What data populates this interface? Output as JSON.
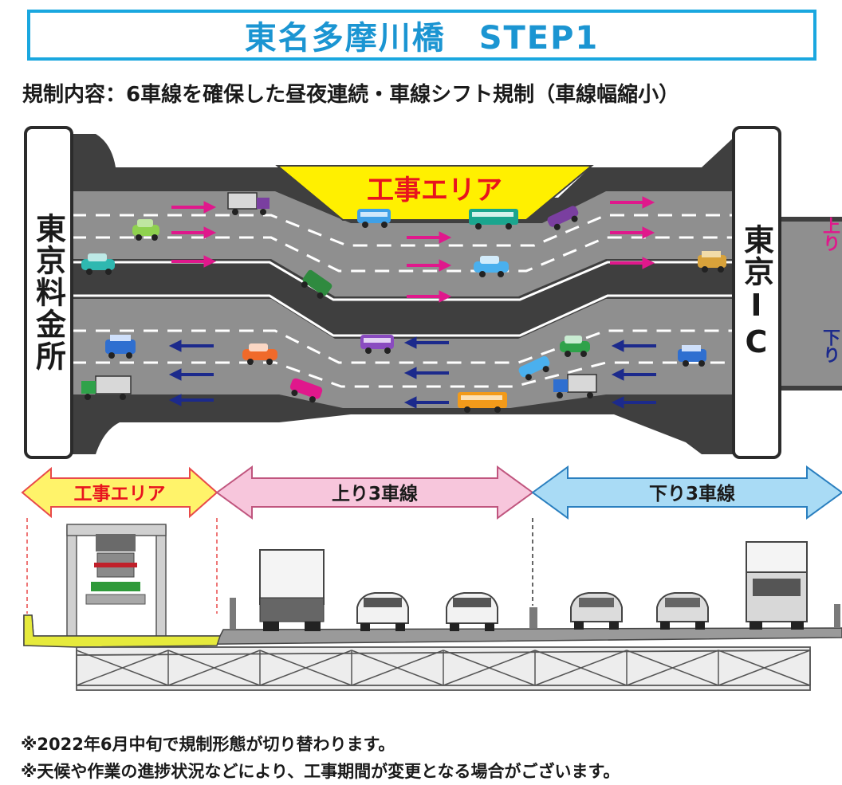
{
  "title": "東名多摩川橋　STEP1",
  "subtitle": "規制内容：6車線を確保した昼夜連続・車線シフト規制（車線幅縮小）",
  "plan": {
    "work_area_label": "工事エリア",
    "left_gate_label": "東京料金所",
    "right_gate_label": "東京IC",
    "up_label": "上り",
    "down_label": "下り"
  },
  "section": {
    "work_area_label": "工事エリア",
    "up_lanes_label": "上り3車線",
    "down_lanes_label": "下り3車線"
  },
  "notes": [
    "※2022年6月中旬で規制形態が切り替わります。",
    "※天候や作業の進捗状況などにより、工事期間が変更となる場合がございます。"
  ],
  "colors": {
    "title_border": "#1aa7df",
    "title_text": "#1b95d2",
    "up_arrow": "#e0188c",
    "down_arrow": "#1c2a8c",
    "work_area": "#fff000",
    "up_band": "#f7c6dc",
    "down_band": "#a9dbf5",
    "road": "#8f8f8f",
    "road_edge": "#3f3f3f"
  }
}
